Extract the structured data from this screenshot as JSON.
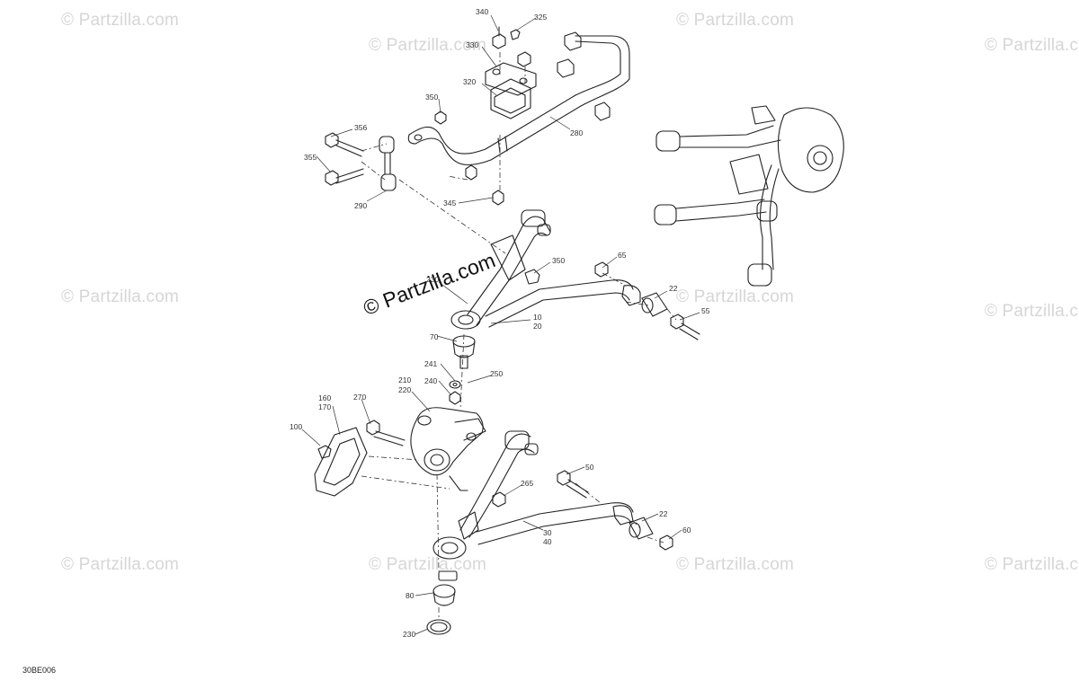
{
  "diagram": {
    "code": "30BE006",
    "watermark_text": "© Partzilla.com",
    "main_watermark_text": "© Partzilla.com",
    "callouts": [
      "340",
      "325",
      "330",
      "320",
      "350",
      "280",
      "356",
      "355",
      "290",
      "345",
      "230",
      "350",
      "65",
      "22",
      "55",
      "10",
      "20",
      "70",
      "241",
      "240",
      "250",
      "160",
      "170",
      "270",
      "210",
      "220",
      "100",
      "50",
      "265",
      "30",
      "40",
      "22",
      "60",
      "80",
      "230"
    ]
  }
}
